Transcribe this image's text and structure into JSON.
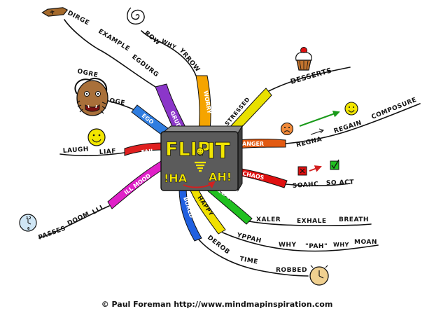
{
  "center": {
    "title_left": "FLIP",
    "title_right": "IT",
    "sub_left": "!HA",
    "sub_right": "AH!",
    "colors": {
      "box": "#5b5b5b",
      "title": "#f2e600",
      "sub": "#f2e600",
      "arrow": "#d22020"
    }
  },
  "branches": {
    "dirge": {
      "label": "DIRGE",
      "icon": "coffin-icon"
    },
    "example": {
      "label": "EXAMPLE"
    },
    "egdurg": {
      "label": "EGDURG"
    },
    "grudge": {
      "label": "GRUDGE",
      "color": "#8b36c9"
    },
    "ogre": {
      "label": "OGRE",
      "icon": "ogre-face-icon"
    },
    "oge": {
      "label": "OGE"
    },
    "ego": {
      "label": "EGO",
      "color": "#2f7de0"
    },
    "laugh": {
      "label": "LAUGH",
      "icon": "smiley-icon"
    },
    "liaf": {
      "label": "LIAF"
    },
    "fail": {
      "label": "FAIL",
      "color": "#e02020"
    },
    "passes": {
      "label": "PASSES",
      "icon": "clock-icon"
    },
    "doom": {
      "label": "DOOM"
    },
    "lli": {
      "label": "LLI"
    },
    "ill_mood": {
      "label": "ILL MOOD",
      "color": "#e020c8"
    },
    "row": {
      "label": "ROW",
      "icon": "spiral-icon"
    },
    "why": {
      "label": "WHY"
    },
    "yrrow": {
      "label": "YRROW"
    },
    "worry": {
      "label": "WORRY",
      "color": "#f5a400"
    },
    "desserts": {
      "label": "DESSERTS",
      "icon": "cupcake-icon"
    },
    "stressed": {
      "label": "STRESSED",
      "color": "#e8e000"
    },
    "anger": {
      "label": "ANGER",
      "color": "#e25a12",
      "icon": "angry-face-icon"
    },
    "regna": {
      "label": "REGNA"
    },
    "regain": {
      "label": "REGAIN"
    },
    "composure": {
      "label": "COMPOSURE",
      "icon": "happy-face-icon"
    },
    "chaos": {
      "label": "CHAOS",
      "color": "#e01010"
    },
    "soahc": {
      "label": "SOAHC",
      "icon": "cross-box-icon"
    },
    "so_act": {
      "label": "SO ACT",
      "icon": "check-box-icon"
    },
    "relax": {
      "label": "RELAX",
      "color": "#20c020"
    },
    "xaler": {
      "label": "XALER"
    },
    "exhale": {
      "label": "EXHALE"
    },
    "breath": {
      "label": "BREATH"
    },
    "happy": {
      "label": "HAPPY",
      "color": "#f0e000"
    },
    "yppah": {
      "label": "YPPAH"
    },
    "why_happy": {
      "label": "WHY"
    },
    "pah": {
      "label": "\"PAH\""
    },
    "why_moan": {
      "label": "WHY"
    },
    "moan": {
      "label": "MOAN"
    },
    "bored": {
      "label": "BORED",
      "color": "#2060e0"
    },
    "derob": {
      "label": "DEROB"
    },
    "time": {
      "label": "TIME"
    },
    "robbed": {
      "label": "ROBBED",
      "icon": "clock-icon"
    }
  },
  "footer": {
    "copyright": "© Paul Foreman http://www.mindmapinspiration.com"
  }
}
